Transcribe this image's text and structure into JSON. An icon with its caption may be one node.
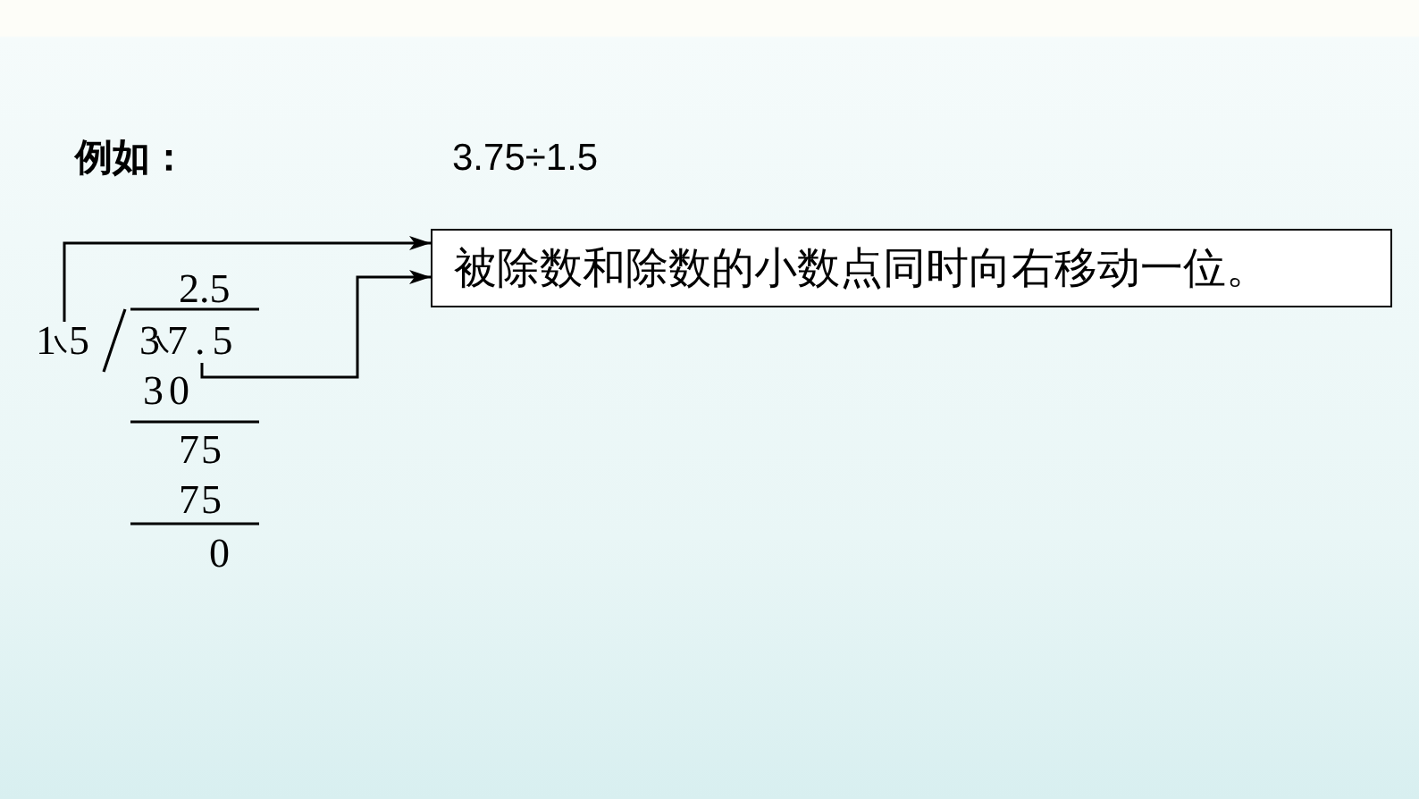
{
  "diagram": {
    "nodes": [
      {
        "text": [
          "被除数和除数的小数点同时向右移动一位。"
        ]
      },
      {
        "text": [
          "15"
        ]
      },
      {
        "text": [
          "37.5"
        ]
      }
    ],
    "edges": [
      {
        "from": 1,
        "to": 0,
        "arrow": "to"
      },
      {
        "from": 2,
        "to": 0,
        "arrow": "to"
      }
    ],
    "labels": [
      "例如：",
      "3.75÷1.5",
      "2.5",
      "30",
      "75",
      "75",
      "0"
    ]
  }
}
